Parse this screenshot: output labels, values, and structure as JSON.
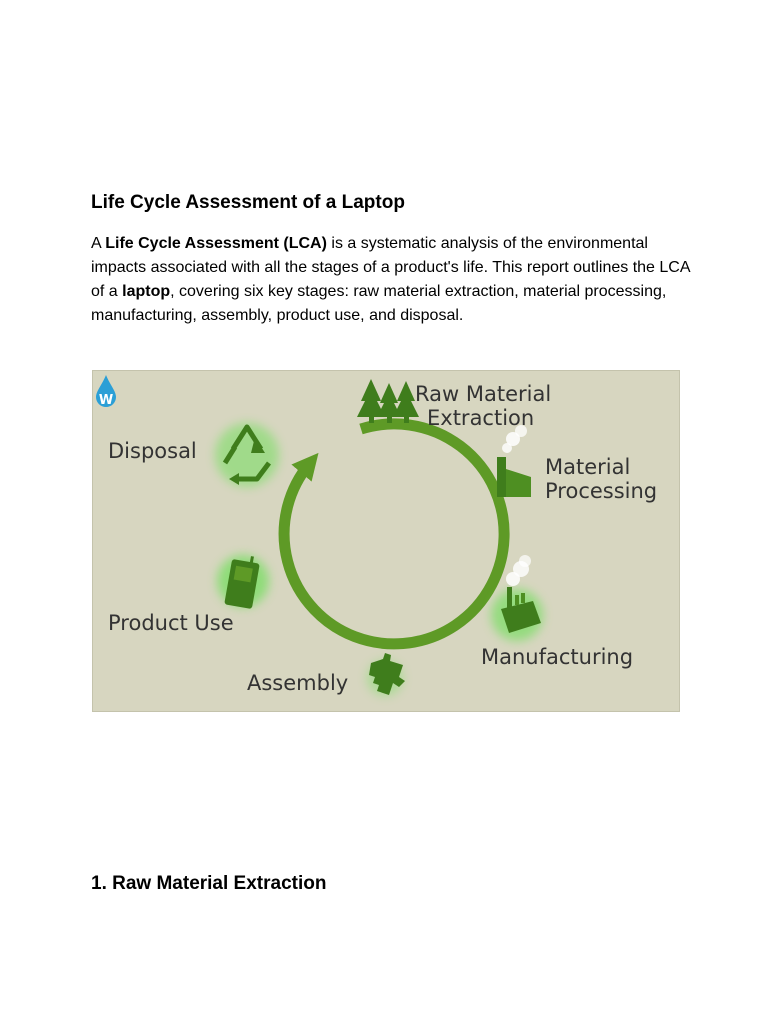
{
  "document": {
    "title": "Life Cycle Assessment of a Laptop",
    "intro": {
      "p1": "A ",
      "b1": "Life Cycle Assessment (LCA)",
      "p2": " is a systematic analysis of the environmental impacts associated with all the stages of a product's life. This report outlines the LCA of a ",
      "b2": "laptop",
      "p3": ", covering six key stages: raw material extraction, material processing, manufacturing, assembly, product use, and disposal."
    },
    "figure": {
      "logo_letter": "W",
      "stages": {
        "raw_material_line1": "Raw Material",
        "raw_material_line2": "Extraction",
        "material_processing_line1": "Material",
        "material_processing_line2": "Processing",
        "manufacturing": "Manufacturing",
        "assembly": "Assembly",
        "product_use": "Product Use",
        "disposal": "Disposal"
      },
      "icons": [
        "trees-icon",
        "factory-icon",
        "manufacturing-machine-icon",
        "puzzle-piece-icon",
        "mobile-phone-icon",
        "recycle-icon",
        "droplet-logo-icon"
      ],
      "colors": {
        "cycle_green": "#5e9a26",
        "icon_green": "#3f7d1c",
        "glow": "#5fe04a",
        "background": "#d7d6c0"
      }
    },
    "sections": [
      {
        "title": "1. Raw Material Extraction"
      }
    ]
  }
}
